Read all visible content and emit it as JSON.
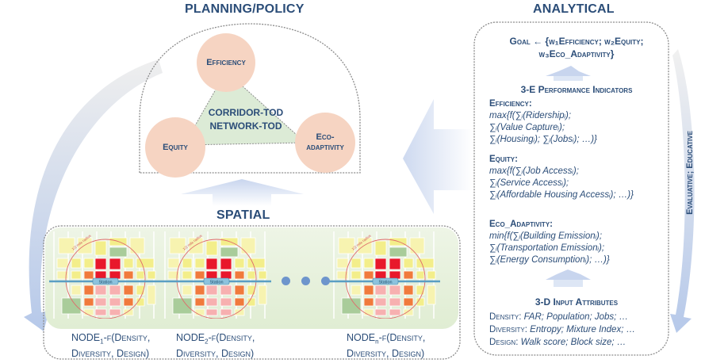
{
  "sections": {
    "planning": {
      "title": "PLANNING/POLICY"
    },
    "analytical": {
      "title": "ANALYTICAL"
    },
    "spatial": {
      "title": "SPATIAL"
    }
  },
  "planning": {
    "circles": {
      "efficiency": "Efficiency",
      "equity": "Equity",
      "eco_line1": "Eco-",
      "eco_line2": "adaptivity"
    },
    "center_line1": "CORRIDOR-TOD",
    "center_line2": "NETWORK-TOD"
  },
  "analytical": {
    "goal_line1": "Goal ← {w₁Efficiency; w₂Equity;",
    "goal_line2": "w₃Eco_Adaptivity}",
    "indicators_title": "3-E Performance Indicators",
    "efficiency": {
      "label": "Efficiency:",
      "lines": [
        "max{f(∑ᵢ(Ridershipᵢ);",
        "∑ᵢ(Value Captureᵢ);",
        "∑ᵢ(Housingᵢ); ∑ᵢ(Jobsᵢ); …)}"
      ]
    },
    "equity": {
      "label": "Equity:",
      "lines": [
        "max{f(∑ᵢ(Job Accessᵢ);",
        "∑ᵢ(Service Accessᵢ);",
        "∑ᵢ(Affordable Housing Accessᵢ); …)}"
      ]
    },
    "eco": {
      "label": "Eco_Adaptivity:",
      "lines": [
        "min{f(∑ᵢ(Building Emissionᵢ);",
        "∑ᵢ(Transportation Emissionᵢ);",
        "∑ᵢ(Energy Consumptionᵢ); …)}"
      ]
    },
    "inputs_title": "3-D Input Attributes",
    "inputs": [
      {
        "key": "Density:",
        "value": "FAR; Population; Jobs; …"
      },
      {
        "key": "Diversity:",
        "value": "Entropy; Mixture Index; …"
      },
      {
        "key": "Design:",
        "value": "Walk score; Block size; …"
      }
    ]
  },
  "side_label": "Evaluative; Educative",
  "spatial": {
    "nodes": [
      {
        "name": "NODE",
        "sub": "1",
        "line1_rest": "-f(Density,",
        "line2": "Diversity, Design)"
      },
      {
        "name": "NODE",
        "sub": "2",
        "line1_rest": "-f(Density,",
        "line2": "Diversity, Design)"
      },
      {
        "name": "NODE",
        "sub": "n",
        "line1_rest": "-f(Density,",
        "line2": "Diversity, Design)"
      }
    ],
    "map_station_label": "Station",
    "map_radius_label": "1/2 mile radius"
  },
  "colors": {
    "heading": "#2b4d78",
    "circle_fill": "#f6d4c2",
    "triangle_fill": "#dcebd6",
    "spatial_fill": "#e6f1da",
    "arrow": "#c9d6ee"
  }
}
